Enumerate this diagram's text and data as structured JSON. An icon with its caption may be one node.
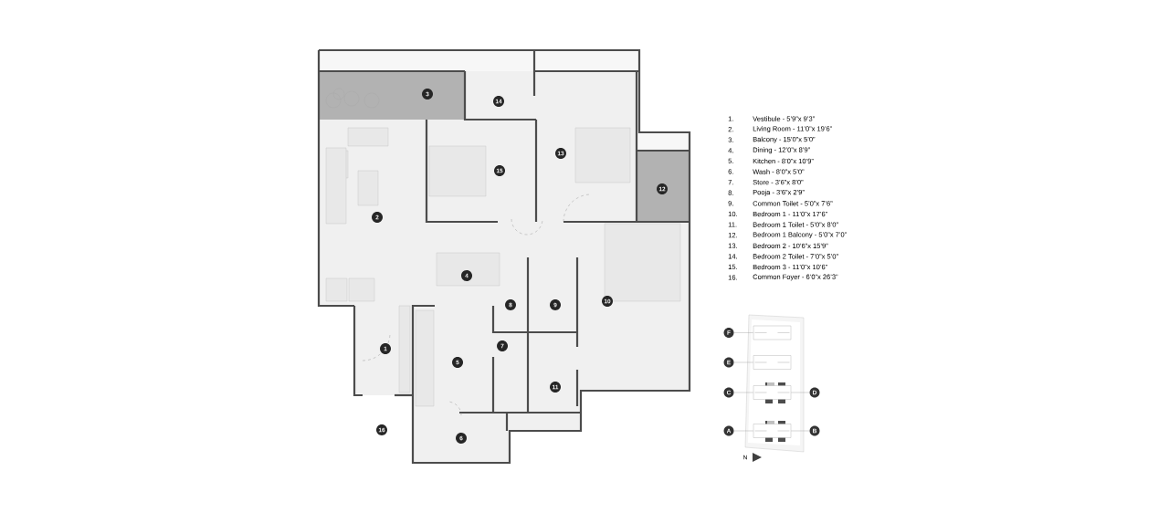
{
  "diagram": {
    "nodes": [
      {
        "text": [
          "F"
        ]
      },
      {
        "text": [
          "E"
        ]
      },
      {
        "text": [
          "C"
        ]
      },
      {
        "text": [
          "D"
        ]
      },
      {
        "text": [
          "A"
        ]
      },
      {
        "text": [
          "B"
        ]
      },
      {
        "text": [],
        "shape": "box"
      },
      {
        "text": [],
        "shape": "box"
      },
      {
        "text": [],
        "shape": "box"
      },
      {
        "text": [],
        "shape": "box"
      }
    ],
    "edges": [
      {
        "from": 0,
        "to": 6,
        "arrow": "none"
      },
      {
        "from": 1,
        "to": 7,
        "arrow": "none"
      },
      {
        "from": 2,
        "to": 8,
        "arrow": "none"
      },
      {
        "from": 3,
        "to": 8,
        "arrow": "none"
      },
      {
        "from": 4,
        "to": 9,
        "arrow": "none"
      },
      {
        "from": 5,
        "to": 9,
        "arrow": "none"
      }
    ],
    "labels": [
      "3",
      "14",
      "13",
      "15",
      "12",
      "2",
      "4",
      "8",
      "9",
      "10",
      "1",
      "7",
      "5",
      "11",
      "16",
      "6",
      "1.",
      "Vestibule - 5’9”x 9’3”",
      "2.",
      "Living Room - 11’0”x 19’6”",
      "3.",
      "Balcony - 15’0”x 5’0”",
      "4.",
      "Dining - 12’0”x 8’9”",
      "5.",
      "Kitchen - 8’0”x 10’9”",
      "6.",
      "Wash - 8’0”x 5’0”",
      "7.",
      "Store - 3’6”x 8’0”",
      "8.",
      "Pooja - 3’6”x 2’9”",
      "9.",
      "Common Toilet - 5’0”x 7’6”",
      "10.",
      "Bedroom 1 - 11’0”x 17’6”",
      "11.",
      "Bedroom 1 Toilet - 5’0”x 8’0”",
      "12.",
      "Bedroom 1 Balcony - 5’0”x 7’0”",
      "13.",
      "Bedroom 2 - 10’6”x 15’9”",
      "14.",
      "Bedroom 2 Toilet - 7’0”x 5’0”",
      "15.",
      "Bedroom 3 - 11’0”x 10’6”",
      "16.",
      "Common Foyer - 6’0”x 26’3”",
      "N"
    ]
  }
}
